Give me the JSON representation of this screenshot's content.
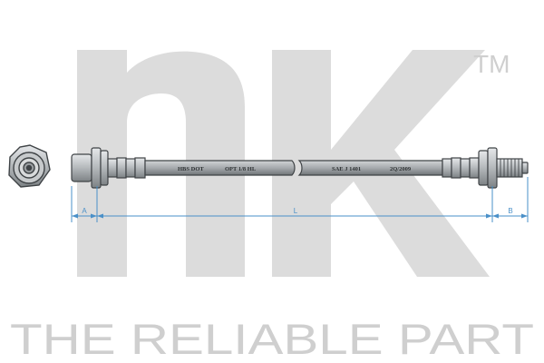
{
  "brand": {
    "logo_text": "nk",
    "trademark": "TM",
    "slogan": "THE RELIABLE PART",
    "logo_color": "#dcdcdc",
    "slogan_color": "#cfcfcf"
  },
  "hose": {
    "print_marks": [
      "HBS DOT",
      "OPT 1/8 HL",
      "SAE J 1401",
      "2Q/2009"
    ],
    "body_color": "#a9adb0",
    "metal_color": "#b8bcbf",
    "outline_color": "#3f4346"
  },
  "dimensions": {
    "labels": [
      "A",
      "L",
      "B"
    ],
    "line_color": "#4a90c8"
  }
}
